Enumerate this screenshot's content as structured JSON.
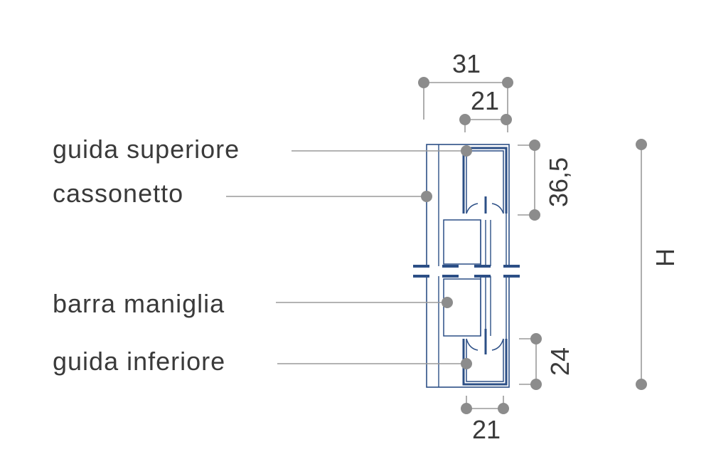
{
  "labels": {
    "guida_superiore": "guida superiore",
    "cassonetto": "cassonetto",
    "barra_maniglia": "barra maniglia",
    "guida_inferiore": "guida inferiore"
  },
  "dimensions": {
    "top_total_width": "31",
    "top_guide_width": "21",
    "top_guide_height": "36,5",
    "bottom_guide_height": "24",
    "bottom_guide_width": "21",
    "overall_height": "H"
  },
  "colors": {
    "profile": "#2c4f86",
    "leader": "#9a9a9a",
    "dot": "#8c8c8c",
    "text": "#3a3a3a"
  }
}
